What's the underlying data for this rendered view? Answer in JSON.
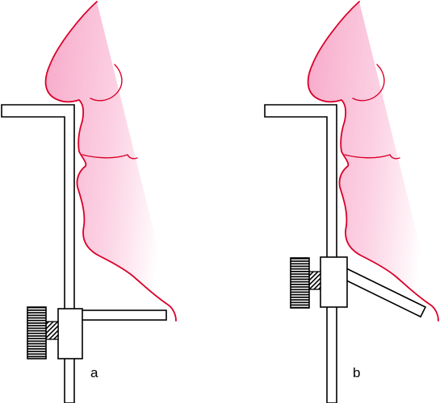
{
  "panels": [
    {
      "id": "a",
      "label": "a"
    },
    {
      "id": "b",
      "label": "b"
    }
  ],
  "colors": {
    "skin_fill": "#f7a8c8",
    "skin_fill_fade": "#ffffff",
    "outline": "#d9002a",
    "apparatus": "#000000",
    "background": "#ffffff"
  },
  "icons": [
    "face-profile-illustration",
    "nasal-clip-apparatus",
    "knurled-adjustment-knob"
  ]
}
